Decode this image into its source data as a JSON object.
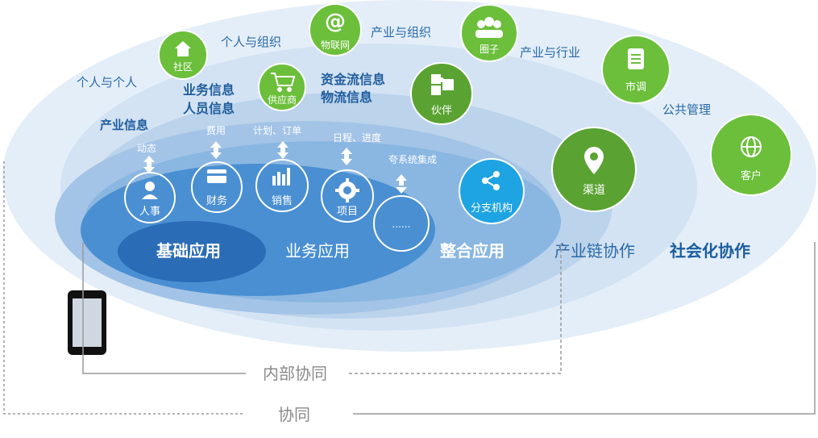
{
  "colors": {
    "outer_ellipse": "#e3eef8",
    "ring2": "#cfe0f1",
    "ring3": "#b3cde9",
    "ring4": "#9dbfe4",
    "ring5": "#6aa3da",
    "inner": "#3f86cd",
    "core": "#2666b1",
    "green": "#6bbf3b",
    "green_dark": "#5aa332",
    "text_blue": "#1a5c9e",
    "text_darkblue": "#194f87",
    "line_gray": "#9a9a9a",
    "label_gray": "#8a8a8a"
  },
  "outer_labels": {
    "person_person": "个人与个人",
    "person_org": "个人与组织",
    "industry_org": "产业与组织",
    "industry_industry": "产业与行业",
    "public_mgmt": "公共管理"
  },
  "middle_labels": {
    "biz_info": "业务信息",
    "staff_info": "人员信息",
    "fund_info": "资金流信息",
    "logistics_info": "物流信息",
    "industry_info": "产业信息"
  },
  "arrow_labels": {
    "dynamic": "动态",
    "expense": "费用",
    "plan_order": "计划、订单",
    "schedule": "日程、进度",
    "cross_system": "夸系统集成"
  },
  "green_nodes": {
    "community": "社区",
    "iot": "物联网",
    "circle": "圈子",
    "market": "市调",
    "supplier": "供应商",
    "partner": "伙伴",
    "channel": "渠道",
    "customer": "客户"
  },
  "white_nodes": {
    "hr": "人事",
    "finance": "财务",
    "sales": "销售",
    "project": "项目",
    "more": "......"
  },
  "branch": "分支机构",
  "layer_labels": {
    "basic": "基础应用",
    "business": "业务应用",
    "integration": "整合应用",
    "industry_chain": "产业链协作",
    "social": "社会化协作"
  },
  "bracket_labels": {
    "internal": "内部协同",
    "collab": "协同"
  }
}
